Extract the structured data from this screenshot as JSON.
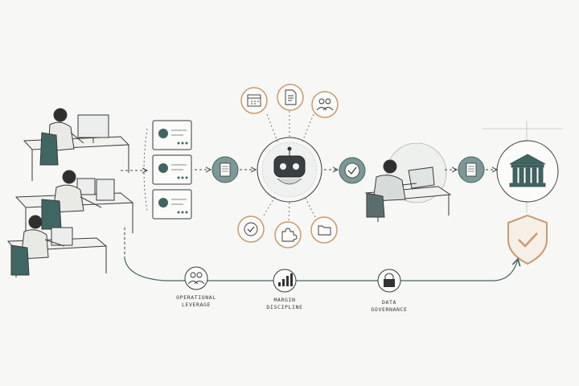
{
  "colors": {
    "teal": "#3f6663",
    "teal_light": "#dfe7e5",
    "copper": "#c99a6b",
    "ink": "#3a3a3a",
    "paper": "#f7f7f5"
  },
  "metrics": [
    {
      "icon": "people-icon",
      "line1": "OPERATIONAL",
      "line2": "LEVERAGE"
    },
    {
      "icon": "bar-chart-icon",
      "line1": "MARGIN",
      "line2": "DISCIPLINE"
    },
    {
      "icon": "lock-icon",
      "line1": "DATA",
      "line2": "GOVERNANCE"
    }
  ],
  "ai_satellites": [
    "calendar-icon",
    "document-icon",
    "people-icon",
    "checkmark-icon",
    "puzzle-icon",
    "folder-icon"
  ]
}
